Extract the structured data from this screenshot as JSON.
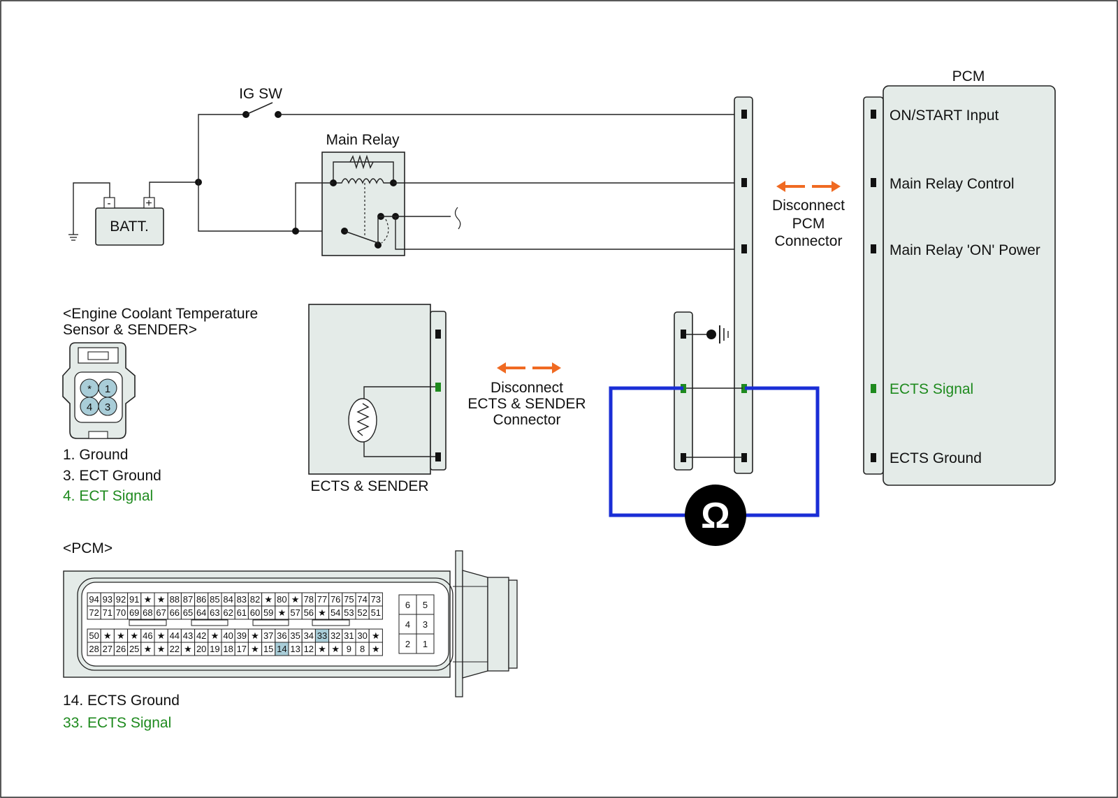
{
  "labels": {
    "ig_sw": "IG SW",
    "main_relay": "Main Relay",
    "batt": "BATT.",
    "batt_minus": "-",
    "batt_plus": "+",
    "pcm_title": "PCM",
    "pcm_pins": [
      {
        "label": "ON/START Input",
        "color": "#111111"
      },
      {
        "label": "Main Relay Control",
        "color": "#111111"
      },
      {
        "label": "Main Relay 'ON' Power",
        "color": "#111111"
      },
      {
        "label": "ECTS Signal",
        "color": "#1e8a1e"
      },
      {
        "label": "ECTS Ground",
        "color": "#111111"
      }
    ],
    "disconnect_pcm": [
      "Disconnect",
      "PCM",
      "Connector"
    ],
    "disconnect_ects": [
      "Disconnect",
      "ECTS & SENDER",
      "Connector"
    ],
    "ects_sender": "ECTS & SENDER",
    "ohm_symbol": "Ω"
  },
  "sensor_connector": {
    "title_line1": "<Engine Coolant Temperature",
    "title_line2": "Sensor & SENDER>",
    "pins": [
      "*",
      "1",
      "4",
      "3"
    ],
    "legend": [
      {
        "text": "1. Ground",
        "color": "#111111"
      },
      {
        "text": "3. ECT Ground",
        "color": "#111111"
      },
      {
        "text": "4. ECT Signal",
        "color": "#1e8a1e"
      }
    ]
  },
  "pcm_connector": {
    "title": "<PCM>",
    "rows": [
      [
        "94",
        "93",
        "92",
        "91",
        "★",
        "★",
        "88",
        "87",
        "86",
        "85",
        "84",
        "83",
        "82",
        "★",
        "80",
        "★",
        "78",
        "77",
        "76",
        "75",
        "74",
        "73"
      ],
      [
        "72",
        "71",
        "70",
        "69",
        "68",
        "67",
        "66",
        "65",
        "64",
        "63",
        "62",
        "61",
        "60",
        "59",
        "★",
        "57",
        "56",
        "★",
        "54",
        "53",
        "52",
        "51"
      ],
      [
        "50",
        "★",
        "★",
        "★",
        "46",
        "★",
        "44",
        "43",
        "42",
        "★",
        "40",
        "39",
        "★",
        "37",
        "36",
        "35",
        "34",
        "33",
        "32",
        "31",
        "30",
        "★"
      ],
      [
        "28",
        "27",
        "26",
        "25",
        "★",
        "★",
        "22",
        "★",
        "20",
        "19",
        "18",
        "17",
        "★",
        "15",
        "14",
        "13",
        "12",
        "★",
        "★",
        "9",
        "8",
        "★"
      ]
    ],
    "side_grid": [
      "6",
      "5",
      "4",
      "3",
      "2",
      "1"
    ],
    "highlight": [
      "33",
      "14"
    ],
    "legend": [
      {
        "text": "14. ECTS Ground",
        "color": "#111111"
      },
      {
        "text": "33. ECTS Signal",
        "color": "#1e8a1e"
      }
    ]
  },
  "colors": {
    "signal_green": "#1e8a1e",
    "meter_wire_blue": "#1a2ed6",
    "arrow_orange": "#f06a22",
    "panel_fill": "#e4ebe8",
    "pin_highlight": "#a9cdd8"
  }
}
